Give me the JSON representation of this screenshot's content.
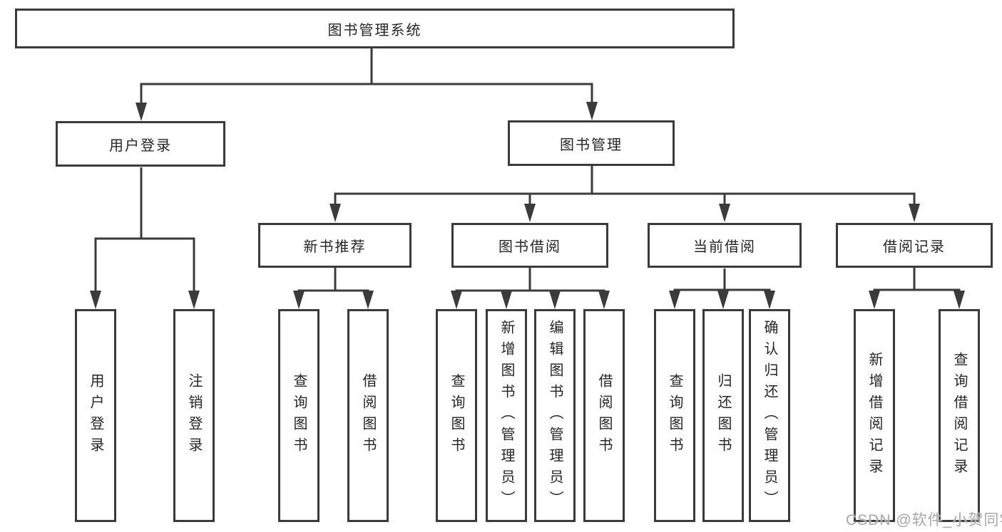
{
  "diagram": {
    "root": "图书管理系统",
    "level1": {
      "user_login": "用户登录",
      "book_management": "图书管理"
    },
    "level2": {
      "new_books": "新书推荐",
      "book_borrow": "图书借阅",
      "current_borrow": "当前借阅",
      "borrow_records": "借阅记录"
    },
    "leaves": {
      "user_login": [
        "用户登录",
        "注销登录"
      ],
      "new_books": [
        "查询图书",
        "借阅图书"
      ],
      "book_borrow": [
        "查询图书",
        "新增图书（管理员）",
        "编辑图书（管理员）",
        "借阅图书"
      ],
      "current_borrow": [
        "查询图书",
        "归还图书",
        "确认归还（管理员）"
      ],
      "borrow_records": [
        "新增借阅记录",
        "查询借阅记录"
      ]
    }
  },
  "watermark": {
    "text": "CSDN @软件_小贺同学"
  },
  "colors": {
    "line": "#3b3b3b",
    "text": "#262626",
    "watermark": "#a8a8a8",
    "background": "#ffffff"
  }
}
